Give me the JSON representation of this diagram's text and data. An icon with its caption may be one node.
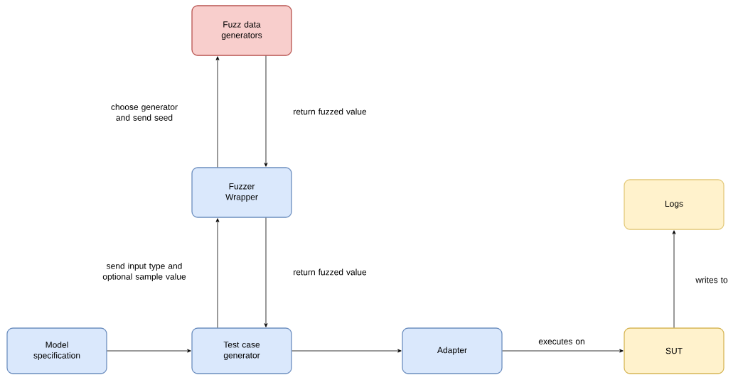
{
  "diagram": {
    "nodes": [
      {
        "text": [
          "Fuzz data generators"
        ]
      },
      {
        "text": [
          "Fuzzer Wrapper"
        ]
      },
      {
        "text": [
          "Model specification"
        ]
      },
      {
        "text": [
          "Test case generator"
        ]
      },
      {
        "text": [
          "Adapter"
        ]
      },
      {
        "text": [
          "SUT"
        ]
      },
      {
        "text": [
          "Logs"
        ]
      }
    ],
    "edges": [
      {
        "from": 1,
        "to": 0,
        "arrow": "to",
        "label": "choose generator and send seed"
      },
      {
        "from": 0,
        "to": 1,
        "arrow": "to",
        "label": "return fuzzed value"
      },
      {
        "from": 3,
        "to": 1,
        "arrow": "to",
        "label": "send input type and optional sample value"
      },
      {
        "from": 1,
        "to": 3,
        "arrow": "to",
        "label": "return fuzzed value"
      },
      {
        "from": 2,
        "to": 3,
        "arrow": "to"
      },
      {
        "from": 3,
        "to": 4,
        "arrow": "to"
      },
      {
        "from": 4,
        "to": 5,
        "arrow": "to",
        "label": "executes on"
      },
      {
        "from": 5,
        "to": 6,
        "arrow": "to",
        "label": "writes to"
      }
    ]
  }
}
